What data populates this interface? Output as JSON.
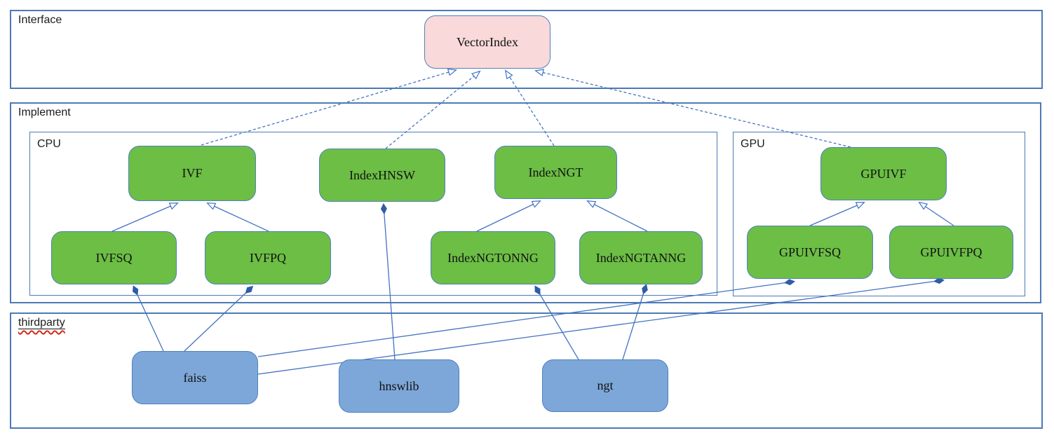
{
  "diagram": {
    "sections": {
      "interface": {
        "label": "Interface"
      },
      "implement": {
        "label": "Implement"
      },
      "cpu": {
        "label": "CPU"
      },
      "gpu": {
        "label": "GPU"
      },
      "thirdparty": {
        "label": "thirdparty",
        "spellcheck_flagged": true
      }
    },
    "nodes": {
      "vectorindex": {
        "label": "VectorIndex",
        "kind": "interface"
      },
      "ivf": {
        "label": "IVF",
        "kind": "class"
      },
      "indexhnsw": {
        "label": "IndexHNSW",
        "kind": "class"
      },
      "indexngt": {
        "label": "IndexNGT",
        "kind": "class"
      },
      "gpuivf": {
        "label": "GPUIVF",
        "kind": "class"
      },
      "ivfsq": {
        "label": "IVFSQ",
        "kind": "class"
      },
      "ivfpq": {
        "label": "IVFPQ",
        "kind": "class"
      },
      "indexngtonng": {
        "label": "IndexNGTONNG",
        "kind": "class"
      },
      "indexngtanng": {
        "label": "IndexNGTANNG",
        "kind": "class"
      },
      "gpuivfsq": {
        "label": "GPUIVFSQ",
        "kind": "class"
      },
      "gpuivfpq": {
        "label": "GPUIVFPQ",
        "kind": "class"
      },
      "faiss": {
        "label": "faiss",
        "kind": "thirdparty"
      },
      "hnswlib": {
        "label": "hnswlib",
        "kind": "thirdparty"
      },
      "ngt": {
        "label": "ngt",
        "kind": "thirdparty"
      }
    },
    "edges": [
      {
        "from": "ivf",
        "to": "vectorindex",
        "type": "realization"
      },
      {
        "from": "indexhnsw",
        "to": "vectorindex",
        "type": "realization"
      },
      {
        "from": "indexngt",
        "to": "vectorindex",
        "type": "realization"
      },
      {
        "from": "gpuivf",
        "to": "vectorindex",
        "type": "realization"
      },
      {
        "from": "ivfsq",
        "to": "ivf",
        "type": "inheritance"
      },
      {
        "from": "ivfpq",
        "to": "ivf",
        "type": "inheritance"
      },
      {
        "from": "indexngtonng",
        "to": "indexngt",
        "type": "inheritance"
      },
      {
        "from": "indexngtanng",
        "to": "indexngt",
        "type": "inheritance"
      },
      {
        "from": "gpuivfsq",
        "to": "gpuivf",
        "type": "inheritance"
      },
      {
        "from": "gpuivfpq",
        "to": "gpuivf",
        "type": "inheritance"
      },
      {
        "from": "faiss",
        "to": "ivfsq",
        "type": "composition"
      },
      {
        "from": "faiss",
        "to": "ivfpq",
        "type": "composition"
      },
      {
        "from": "faiss",
        "to": "gpuivfsq",
        "type": "composition"
      },
      {
        "from": "faiss",
        "to": "gpuivfpq",
        "type": "composition"
      },
      {
        "from": "hnswlib",
        "to": "indexhnsw",
        "type": "composition"
      },
      {
        "from": "ngt",
        "to": "indexngtonng",
        "type": "composition"
      },
      {
        "from": "ngt",
        "to": "indexngtanng",
        "type": "composition"
      }
    ],
    "colors": {
      "interface_fill": "#f9d9d9",
      "class_fill": "#6cbe45",
      "thirdparty_fill": "#7da7d8",
      "node_border": "#5081bd",
      "section_border": "#4d7ab5",
      "line": "#4472c4",
      "diamond": "#2e5da6",
      "spell_red": "#d42a1d"
    }
  }
}
